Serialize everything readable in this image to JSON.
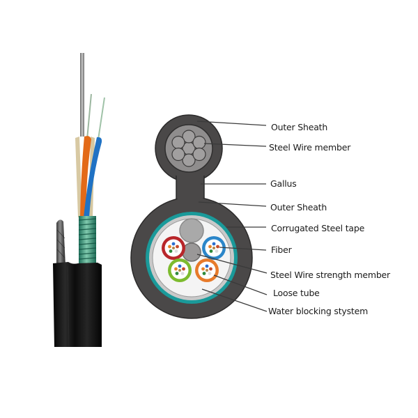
{
  "diagram": {
    "type": "cable-cross-section",
    "colors": {
      "sheath": "#4a4848",
      "sheath_edge": "#2b2a2a",
      "steel_wire": "#9a9a9a",
      "steel_core_bg": "#8a8888",
      "teal_tape": "#1a9a9a",
      "light_ring": "#c9c9c9",
      "interior": "#f4f4f4",
      "filler": "#a9a9a9",
      "tube_red": "#b8262a",
      "tube_blue": "#2b86c9",
      "tube_green": "#7dbb2e",
      "tube_orange": "#e77a2a",
      "leader_line": "#3a3a3a"
    },
    "labels": [
      {
        "id": "outer-sheath-top",
        "text": "Outer Sheath"
      },
      {
        "id": "steel-wire-member",
        "text": "Steel Wire member"
      },
      {
        "id": "gallus",
        "text": "Gallus"
      },
      {
        "id": "outer-sheath-bottom",
        "text": "Outer Sheath"
      },
      {
        "id": "corrugated-steel-tape",
        "text": "Corrugated Steel tape"
      },
      {
        "id": "fiber",
        "text": "Fiber"
      },
      {
        "id": "steel-wire-strength-member",
        "text": "Steel Wire strength member"
      },
      {
        "id": "loose-tube",
        "text": "Loose tube"
      },
      {
        "id": "water-blocking-system",
        "text": "Water blocking stystem"
      }
    ],
    "loose_tubes": [
      "red",
      "blue",
      "green",
      "orange"
    ]
  },
  "photo": {
    "subject": "figure-8 self-supporting armored fiber optic cable",
    "visible_components": [
      "steel messenger wire",
      "corrugated steel armor (green)",
      "black outer jacket",
      "orange loose tube",
      "blue loose tube",
      "beige filler",
      "central steel strength member",
      "fiber strands"
    ]
  }
}
